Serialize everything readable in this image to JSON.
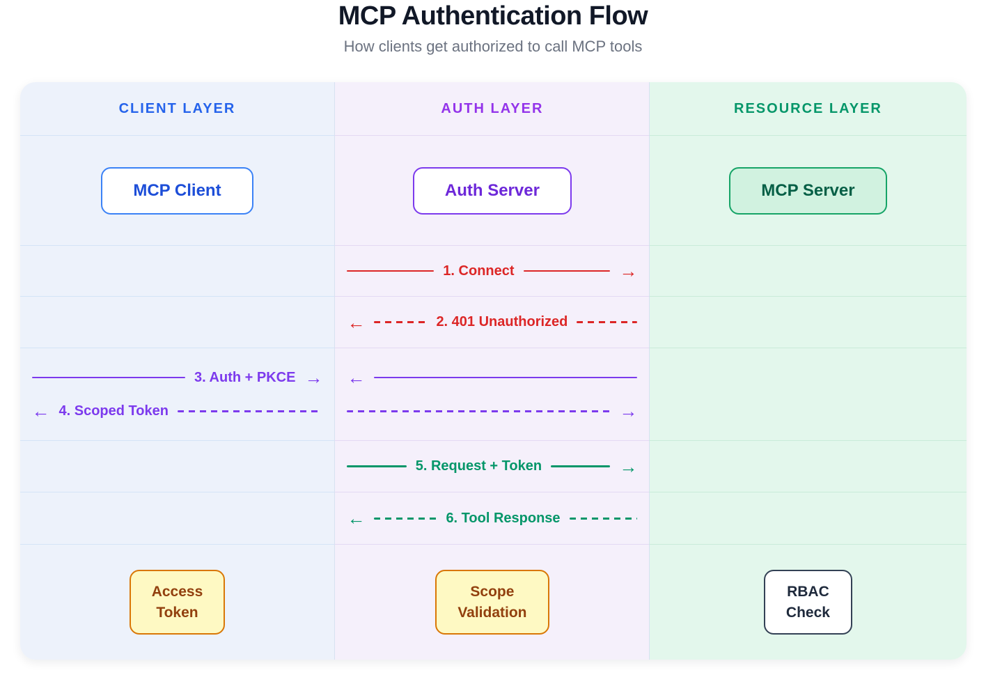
{
  "header": {
    "title": "MCP Authentication Flow",
    "subtitle": "How clients get authorized to call MCP tools"
  },
  "glyphs": {
    "arrow_right": "→",
    "arrow_left": "←"
  },
  "layers": {
    "client": {
      "label": "CLIENT LAYER",
      "accent": "#2563eb",
      "background": "#edf2fb"
    },
    "auth": {
      "label": "AUTH LAYER",
      "accent": "#9333ea",
      "background": "#f5f0fb"
    },
    "resource": {
      "label": "RESOURCE LAYER",
      "accent": "#059669",
      "background": "#e3f7ec"
    }
  },
  "nodes": {
    "mcp_client": {
      "label": "MCP Client",
      "layer": "client",
      "border": "#3b82f6",
      "text": "#1d4ed8",
      "fill": "#ffffff"
    },
    "auth_server": {
      "label": "Auth Server",
      "layer": "auth",
      "border": "#7c3aed",
      "text": "#6d28d9",
      "fill": "#ffffff"
    },
    "mcp_server": {
      "label": "MCP Server",
      "layer": "resource",
      "border": "#16a467",
      "text": "#065f46",
      "fill": "#d1f2e0"
    },
    "access_token": {
      "line1": "Access",
      "line2": "Token",
      "layer": "client",
      "border": "#d97706",
      "text": "#92400e",
      "fill": "#fef9c3"
    },
    "scope_validation": {
      "line1": "Scope",
      "line2": "Validation",
      "layer": "auth",
      "border": "#d97706",
      "text": "#92400e",
      "fill": "#fef9c3"
    },
    "rbac_check": {
      "line1": "RBAC",
      "line2": "Check",
      "layer": "resource",
      "border": "#334155",
      "text": "#1e293b",
      "fill": "#ffffff"
    }
  },
  "messages": [
    {
      "label": "1. Connect",
      "color": "#dc2626",
      "line_style": "solid",
      "direction": "right",
      "lane": "auth"
    },
    {
      "label": "2. 401 Unauthorized",
      "color": "#dc2626",
      "line_style": "dashed",
      "direction": "left",
      "lane": "auth"
    },
    {
      "label": "3. Auth + PKCE",
      "color": "#7c3aed",
      "line_style": "solid",
      "direction": "right",
      "lane": "client-auth"
    },
    {
      "label": "4. Scoped Token",
      "color": "#7c3aed",
      "line_style": "dashed",
      "direction": "left",
      "lane": "client-auth"
    },
    {
      "label": "5. Request + Token",
      "color": "#059669",
      "line_style": "solid",
      "direction": "right",
      "lane": "auth"
    },
    {
      "label": "6. Tool Response",
      "color": "#059669",
      "line_style": "dashed",
      "direction": "left",
      "lane": "auth"
    }
  ]
}
